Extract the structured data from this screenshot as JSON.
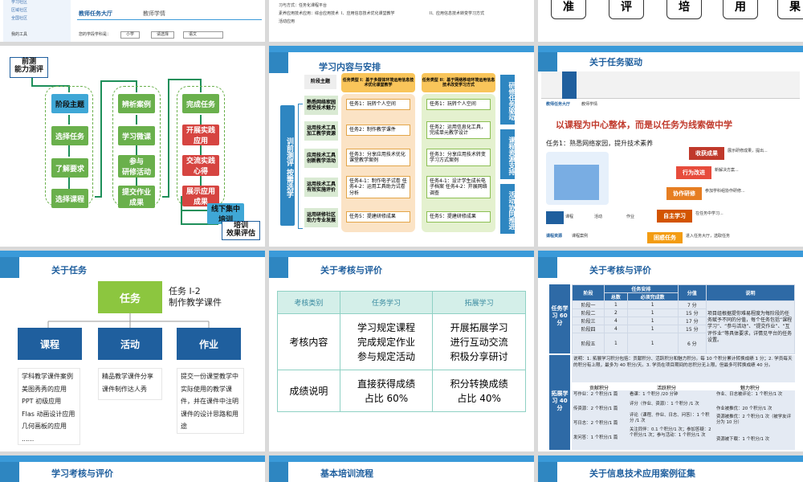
{
  "top_row": {
    "mid_tabs": [
      "教师任务大厅",
      "教师学情"
    ],
    "mid_filter_label": "您的学段学科是：",
    "mid_grade": "小学",
    "mid_select": "请选择",
    "mid_subject": "语文",
    "mid_left_links": [
      "学习社区",
      "区域社区",
      "全国社区",
      "我的工具"
    ],
    "doc_lines": [
      "习与方式：任务化课程平台",
      "素养应用技术应用：综合应用技术",
      "活动应用"
    ],
    "doc_items": [
      "I、应用信息技术优化课堂教学",
      "II、应用信息技术转变学习方式"
    ],
    "right_chars": [
      "准",
      "评",
      "培",
      "用",
      "果"
    ]
  },
  "flow": {
    "pre_test": "前测\n能力测评",
    "col1": [
      "阶段主题",
      "选择任务",
      "了解要求",
      "选择课程"
    ],
    "col2": [
      "辨析案例",
      "学习微课",
      "参与\n研修活动",
      "提交作业\n成果"
    ],
    "col3": [
      "完成任务",
      "开展实践\n应用",
      "交流实践\n心得",
      "展示应用\n成果"
    ],
    "offline": "线下集中\n培训",
    "evaluate": "培训\n效果评估"
  },
  "content": {
    "title": "学习内容与安排",
    "left_vertical": "训前测评  按需选学",
    "stage_header": "阶段主题",
    "type1_header": "任务类型 I：基于多媒体环境运用信息技术优化课堂教学",
    "type2_header": "任务类型 II：基于网络移动环境运用信息技术改变学习方式",
    "rows": [
      {
        "stage": "熟悉网络家园 感受技术魅力",
        "t1": "任务1：玩转个人空间",
        "t2": "任务1：玩转个人空间"
      },
      {
        "stage": "运用技术工具 加工教学资源",
        "t1": "任务2：制作教学课件",
        "t2": "任务2：运用信息化工具，完成单元教学设计"
      },
      {
        "stage": "应用技术工具 创新教学活动",
        "t1": "任务3：分享应用技术优化课堂教学案例",
        "t2": "任务3：分享应用技术转变学习方式案例"
      },
      {
        "stage": "运用技术工具 有效实施评价",
        "t1": "任务4-1：制作电子试卷 任务4-2：运用工具助力试卷分析",
        "t2": "任务4-1：设计学生成长电子档案 任务4-2：开展网络调查"
      },
      {
        "stage": "运用研修社区 助力专业发展",
        "t1": "任务5：提建研修成果",
        "t2": "任务5：提建研修成果"
      }
    ],
    "right_arrows": [
      "研修任务驱动",
      "课程资源支持",
      "活动协同推进"
    ]
  },
  "task_driven": {
    "title": "关于任务驱动",
    "slogan": "以课程为中心整体，而是以任务为线索做中学",
    "task_line": "任务1：熟悉网络家园，提升技术素养",
    "tabs": [
      "教师任务大厅",
      "教师学情"
    ],
    "steps": [
      "收获成果",
      "行为改进",
      "协作研修",
      "自主学习",
      "困惑任务"
    ],
    "step_desc": [
      "展示研修成果，提出...",
      "新解决方案...",
      "参加学科组协作研修...",
      "在任务中学习...",
      "进入任务大厅，选取任务"
    ],
    "mini_buttons": [
      "课程",
      "活动",
      "作业"
    ],
    "bottom_tabs": [
      "课程资源",
      "课程案例"
    ]
  },
  "about_task": {
    "title": "关于任务",
    "root": "任务",
    "task_name": "任务 I-2\n制作教学课件",
    "branches": [
      {
        "label": "课程",
        "items": [
          "学科教学课件案例",
          "美图秀秀的应用",
          "PPT 初级应用",
          "Flas 动画设计应用",
          "几何画板的应用",
          "......"
        ]
      },
      {
        "label": "活动",
        "items": [
          "精品教学课件分享",
          "课件制作达人秀"
        ]
      },
      {
        "label": "作业",
        "items": [
          "提交一份课堂教学中实际使用的教学课件，并在课件中注明课件的设计思路和用途"
        ]
      }
    ]
  },
  "eval1": {
    "title": "关于考核与评价",
    "headers": [
      "考核类别",
      "任务学习",
      "拓展学习"
    ],
    "rows": [
      {
        "label": "考核内容",
        "a": "学习规定课程\n完成规定作业\n参与规定活动",
        "b": "开展拓展学习\n进行互动交流\n积极分享研讨"
      },
      {
        "label": "成绩说明",
        "a": "直接获得成绩\n占比 60%",
        "b": "积分转换成绩\n占比 40%"
      }
    ]
  },
  "eval2": {
    "title": "关于考核与评价",
    "left_top": "任务学习 60 分",
    "left_bottom": "拓展学习 40 分",
    "header": [
      "阶段",
      "任务安排",
      "分值",
      "说明"
    ],
    "sub": [
      "总数",
      "必须完成数"
    ],
    "rows": [
      [
        "阶段一",
        "1",
        "1",
        "7 分"
      ],
      [
        "阶段二",
        "2",
        "1",
        "15 分"
      ],
      [
        "阶段三",
        "4",
        "1",
        "17 分"
      ],
      [
        "阶段四",
        "4",
        "1",
        "15 分"
      ],
      [
        "阶段五",
        "1",
        "1",
        "6 分"
      ]
    ],
    "note": "项目组根据提你难易程度为每阶段的任务赋予不同的分值，每个任务包括“课程学习”、“参与活动”、“提交作业”、“互评作业”等具体要求，详情见平台的任务设置。",
    "ext_note": "说明：1. 拓展学习积分包括：贡献积分、活跃积分和魅力积分。每 10 个积分累计转换成绩 1 分；2. 学员每天的积分有上限，最多为 40 积分/天。3. 学员在项目期间的总积分无上限，但最多可转换成绩 40 分。",
    "ext_cols": [
      "贡献积分",
      "活跃积分",
      "魅力积分"
    ],
    "ext_rows": [
      [
        "写作业：2 个积分/1 篇",
        "看课：1 个积分 /20 分钟",
        "作业、日志被评论：1 个积分/1 次"
      ],
      [
        "传资源：2 个积分/1 篇",
        "评分（作业、资源）：1 个积分 /1 次",
        "作业被推优：20 个积分/1 次"
      ],
      [
        "写日志：2 个积分/1 篇",
        "评论（课程、作业、日志、问答）：1 个积分 /1 次",
        "资源被推优：2 个积分/1 次（被学友评分为 10 分）"
      ],
      [
        "发问答：1 个积分/1 篇",
        "关注同伴：0.1 个积分/1 次；参加答疑：2 个积分/1 次；参与活动：1 个积分/1 次",
        "资源被下载：1 个积分/1 次"
      ]
    ]
  },
  "bottom_titles": [
    "学习考核与评价",
    "基本培训流程",
    "关于信息技术应用案例征集"
  ]
}
